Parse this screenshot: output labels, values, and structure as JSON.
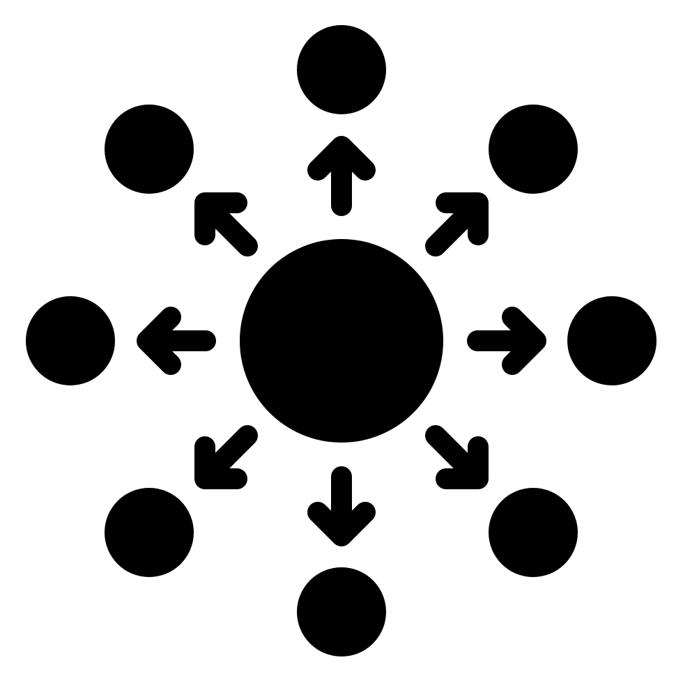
{
  "icon": {
    "name": "distribution-icon",
    "style": "glyph",
    "color": "#000000",
    "background": "#ffffff",
    "center": "hub-circle",
    "outer_nodes": [
      "top",
      "top-right",
      "right",
      "bottom-right",
      "bottom",
      "bottom-left",
      "left",
      "top-left"
    ],
    "arrow_direction": "outward"
  }
}
